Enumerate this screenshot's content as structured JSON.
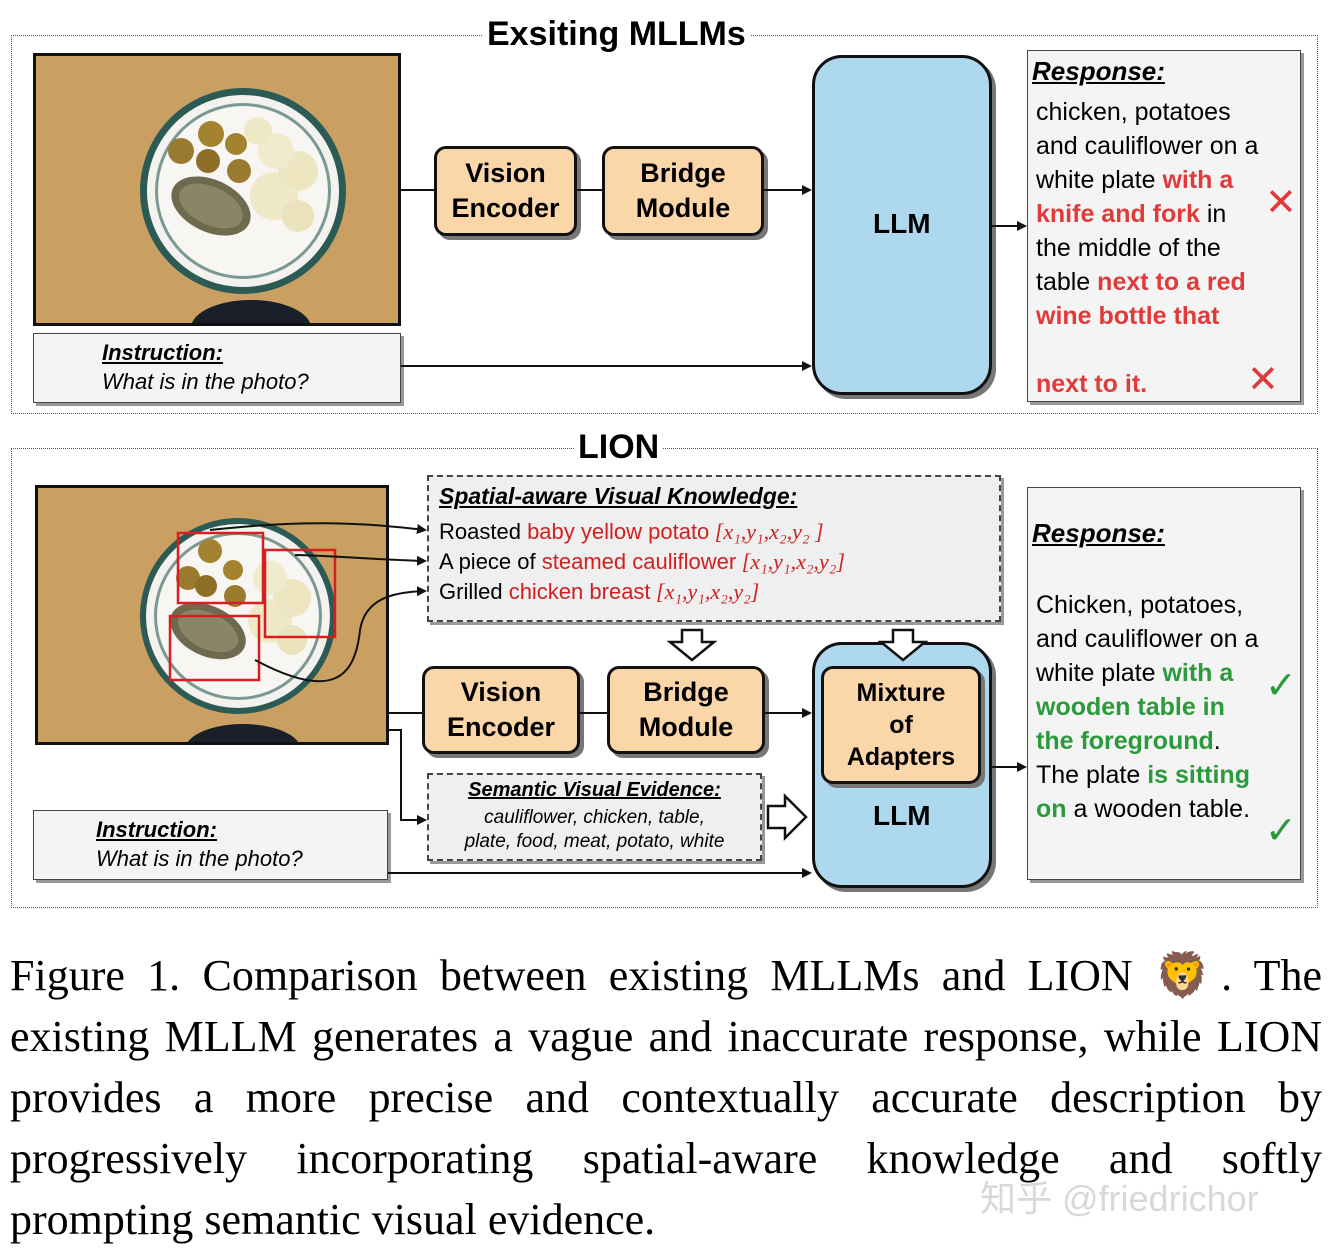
{
  "top": {
    "title": "Exsiting MLLMs",
    "vision_encoder": [
      "Vision",
      "Encoder"
    ],
    "bridge_module": [
      "Bridge",
      "Module"
    ],
    "llm": "LLM",
    "instruction_heading": "Instruction:",
    "instruction_text": "What is in the photo?",
    "response_heading": "Response:",
    "response_lines": [
      [
        {
          "t": "chicken, potatoes",
          "c": "n"
        }
      ],
      [
        {
          "t": "and cauliflower on a",
          "c": "n"
        }
      ],
      [
        {
          "t": "white plate ",
          "c": "n"
        },
        {
          "t": "with a",
          "c": "r"
        }
      ],
      [
        {
          "t": "knife and fork",
          "c": "r"
        },
        {
          "t": " in",
          "c": "n"
        }
      ],
      [
        {
          "t": "the middle of the",
          "c": "n"
        }
      ],
      [
        {
          "t": "table ",
          "c": "n"
        },
        {
          "t": "next to a red",
          "c": "r"
        }
      ],
      [
        {
          "t": "wine bottle that",
          "c": "r"
        }
      ],
      [
        {
          "t": "next to it.",
          "c": "r"
        }
      ]
    ],
    "wrong_mark": "✕"
  },
  "bottom": {
    "title": "LION",
    "spatial_heading": "Spatial-aware Visual Knowledge:",
    "spatial_items": [
      {
        "pre": "Roasted ",
        "obj": "baby yellow potato",
        "coords": " [x₁,y₁,x₂,y₂ ]"
      },
      {
        "pre": "A piece of ",
        "obj": "steamed cauliflower",
        "coords": " [x₁,y₁,x₂,y₂]"
      },
      {
        "pre": "Grilled ",
        "obj": "chicken breast",
        "coords": " [x₁,y₁,x₂,y₂]"
      }
    ],
    "vision_encoder": [
      "Vision",
      "Encoder"
    ],
    "bridge_module": [
      "Bridge",
      "Module"
    ],
    "adapters": [
      "Mixture",
      "of",
      "Adapters"
    ],
    "llm": "LLM",
    "semantic_heading": "Semantic Visual Evidence:",
    "semantic_lines": [
      "cauliflower, chicken, table,",
      "plate, food, meat,  potato, white"
    ],
    "instruction_heading": "Instruction:",
    "instruction_text": "What is in the photo?",
    "response_heading": "Response:",
    "response_lines": [
      [
        {
          "t": "Chicken, potatoes,",
          "c": "n"
        }
      ],
      [
        {
          "t": "and cauliflower on a",
          "c": "n"
        }
      ],
      [
        {
          "t": "white plate ",
          "c": "n"
        },
        {
          "t": "with a",
          "c": "g"
        }
      ],
      [
        {
          "t": "wooden table in",
          "c": "g"
        }
      ],
      [
        {
          "t": "the foreground",
          "c": "g"
        },
        {
          "t": ".",
          "c": "n"
        }
      ],
      [
        {
          "t": "The plate ",
          "c": "n"
        },
        {
          "t": "is sitting",
          "c": "g"
        }
      ],
      [
        {
          "t": "on",
          "c": "g"
        },
        {
          "t": " a wooden table.",
          "c": "n"
        }
      ]
    ],
    "correct_mark": "✓"
  },
  "caption": {
    "text": "Figure 1.  Comparison between existing MLLMs and LION 🦁. The existing MLLM generates a vague and inaccurate response, while LION provides a more precise and contextually accurate description by progressively incorporating spatial-aware knowledge and softly prompting semantic visual evidence.",
    "watermark": "知乎 @friedrichor"
  },
  "colors": {
    "box_fill": "#fbd6a8",
    "llm_fill": "#aed8ee",
    "wrong": "#e03a3a",
    "right": "#2a9a3a",
    "coords": "#d02020"
  }
}
